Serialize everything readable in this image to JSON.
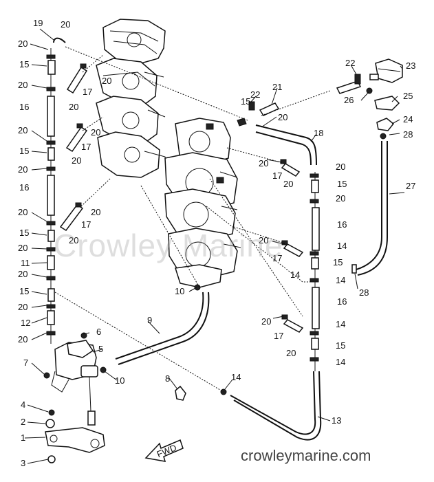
{
  "watermark": "Crowley Marine",
  "site_label": "crowleymarine.com",
  "fwd_label": "FWD",
  "callouts": {
    "n19": "19",
    "n20a": "20",
    "n20b": "20",
    "n15a": "15",
    "n20c": "20",
    "n16a": "16",
    "n20d": "20",
    "n15b": "15",
    "n20e": "20",
    "n16b": "16",
    "n20f": "20",
    "n15c": "15",
    "n20g": "20",
    "n11": "11",
    "n20h": "20",
    "n15d": "15",
    "n20i": "20",
    "n12": "12",
    "n20j": "20",
    "n6": "6",
    "n5": "5",
    "n7": "7",
    "n10a": "10",
    "n4": "4",
    "n2": "2",
    "n1": "1",
    "n3": "3",
    "n8": "8",
    "n14a": "14",
    "n13": "13",
    "n9": "9",
    "n10b": "10",
    "n17a": "17",
    "n20k": "20",
    "n20l": "20",
    "n17b": "17",
    "n20m": "20",
    "n20n": "20",
    "n17c": "17",
    "n20o": "20",
    "n15e": "15",
    "n22a": "22",
    "n21": "21",
    "n20p": "20",
    "n18": "18",
    "n20q": "20",
    "n17d": "17",
    "n20r": "20",
    "n20s": "20",
    "n15f": "15",
    "n20t": "20",
    "n16c": "16",
    "n20u": "20",
    "n17e": "17",
    "n14b": "14",
    "n14c": "14",
    "n15g": "15",
    "n14d": "14",
    "n16d": "16",
    "n28a": "28",
    "n20v": "20",
    "n17f": "17",
    "n14e": "14",
    "n20w": "20",
    "n15h": "15",
    "n14f": "14",
    "n22b": "22",
    "n23": "23",
    "n26": "26",
    "n25": "25",
    "n24": "24",
    "n28b": "28",
    "n27": "27"
  }
}
